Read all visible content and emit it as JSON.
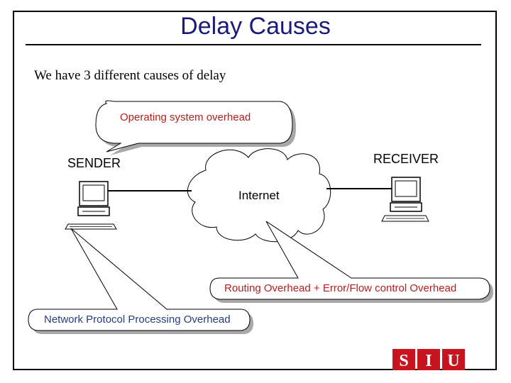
{
  "title": "Delay Causes",
  "intro": "We have 3 different causes of delay",
  "nodes": {
    "sender": "SENDER",
    "receiver": "RECEIVER",
    "internet": "Internet"
  },
  "callouts": {
    "os": "Operating system overhead",
    "routing": "Routing Overhead + Error/Flow control Overhead",
    "network": "Network Protocol Processing Overhead"
  },
  "logo": {
    "letters": [
      "S",
      "I",
      "U"
    ],
    "colors": {
      "background": "#c8141e",
      "letter": "#ffffff"
    }
  },
  "colors": {
    "title": "#1a1a7a",
    "callout_text": "#b41e1e",
    "callout_shadow": "#a0a0a0"
  }
}
